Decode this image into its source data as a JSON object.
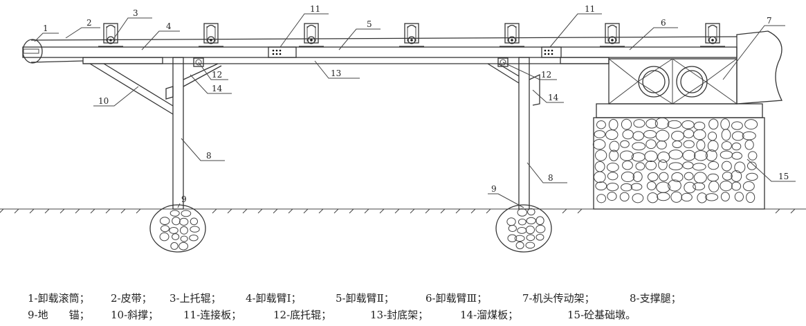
{
  "callouts": {
    "c1": "1",
    "c2": "2",
    "c3": "3",
    "c4": "4",
    "c5": "5",
    "c6": "6",
    "c7": "7",
    "c8a": "8",
    "c8b": "8",
    "c9a": "9",
    "c9b": "9",
    "c10": "10",
    "c11a": "11",
    "c11b": "11",
    "c12a": "12",
    "c12b": "12",
    "c13": "13",
    "c14a": "14",
    "c14b": "14",
    "c15": "15"
  },
  "legend": {
    "row1": [
      "1-卸载滚筒；",
      "2-皮带；",
      "3-上托辊；",
      "4-卸载臂Ⅰ；",
      "5-卸载臂Ⅱ；",
      "6-卸载臂Ⅲ；",
      "7-机头传动架；",
      "8-支撑腿；"
    ],
    "row2": [
      "9-地　　锚；",
      "10-斜撑；",
      "11-连接板；",
      "12-底托辊；",
      "13-封底架；",
      "14-溜煤板；",
      "15-砼基础墩。"
    ]
  }
}
